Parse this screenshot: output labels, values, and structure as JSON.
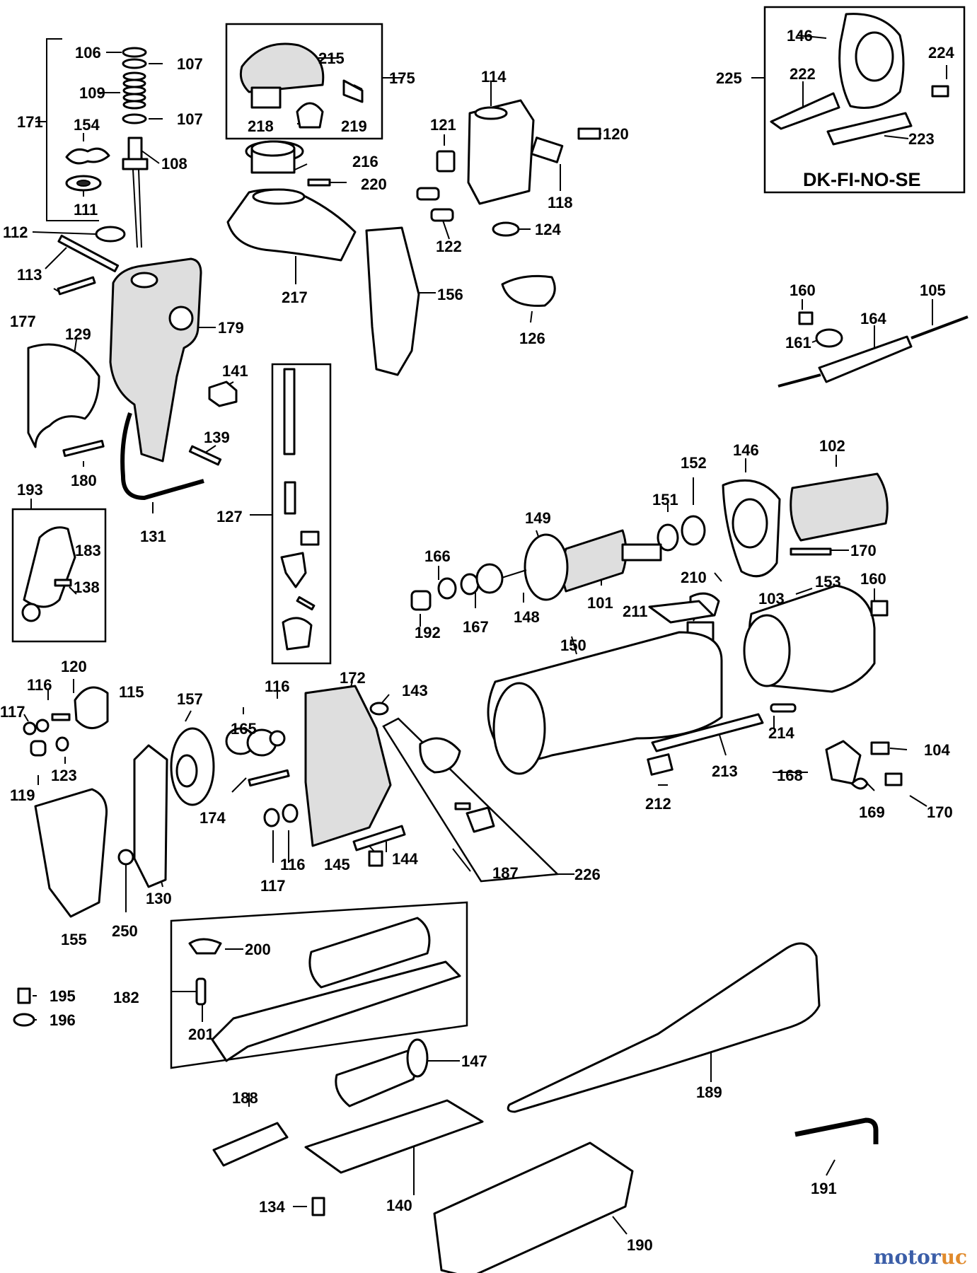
{
  "kit_label": "DK-FI-NO-SE",
  "watermark": {
    "part1": "motor",
    "part2": "uc"
  },
  "labels": [
    {
      "id": "l106",
      "text": "106"
    },
    {
      "id": "l107a",
      "text": "107"
    },
    {
      "id": "l109",
      "text": "109"
    },
    {
      "id": "l107b",
      "text": "107"
    },
    {
      "id": "l171",
      "text": "171"
    },
    {
      "id": "l154",
      "text": "154"
    },
    {
      "id": "l108",
      "text": "108"
    },
    {
      "id": "l111",
      "text": "111"
    },
    {
      "id": "l112",
      "text": "112"
    },
    {
      "id": "l113",
      "text": "113"
    },
    {
      "id": "l177",
      "text": "177"
    },
    {
      "id": "l179",
      "text": "179"
    },
    {
      "id": "l129",
      "text": "129"
    },
    {
      "id": "l141",
      "text": "141"
    },
    {
      "id": "l139",
      "text": "139"
    },
    {
      "id": "l180",
      "text": "180"
    },
    {
      "id": "l131",
      "text": "131"
    },
    {
      "id": "l193",
      "text": "193"
    },
    {
      "id": "l183",
      "text": "183"
    },
    {
      "id": "l138",
      "text": "138"
    },
    {
      "id": "l215",
      "text": "215"
    },
    {
      "id": "l175",
      "text": "175"
    },
    {
      "id": "l218",
      "text": "218"
    },
    {
      "id": "l219",
      "text": "219"
    },
    {
      "id": "l216",
      "text": "216"
    },
    {
      "id": "l220",
      "text": "220"
    },
    {
      "id": "l217",
      "text": "217"
    },
    {
      "id": "l127",
      "text": "127"
    },
    {
      "id": "l114",
      "text": "114"
    },
    {
      "id": "l121",
      "text": "121"
    },
    {
      "id": "l120a",
      "text": "120"
    },
    {
      "id": "l118",
      "text": "118"
    },
    {
      "id": "l122",
      "text": "122"
    },
    {
      "id": "l124",
      "text": "124"
    },
    {
      "id": "l156",
      "text": "156"
    },
    {
      "id": "l126",
      "text": "126"
    },
    {
      "id": "l146a",
      "text": "146"
    },
    {
      "id": "l224",
      "text": "224"
    },
    {
      "id": "l225",
      "text": "225"
    },
    {
      "id": "l222",
      "text": "222"
    },
    {
      "id": "l223",
      "text": "223"
    },
    {
      "id": "l160a",
      "text": "160"
    },
    {
      "id": "l105",
      "text": "105"
    },
    {
      "id": "l164",
      "text": "164"
    },
    {
      "id": "l161",
      "text": "161"
    },
    {
      "id": "l146b",
      "text": "146"
    },
    {
      "id": "l102",
      "text": "102"
    },
    {
      "id": "l152",
      "text": "152"
    },
    {
      "id": "l151",
      "text": "151"
    },
    {
      "id": "l149",
      "text": "149"
    },
    {
      "id": "l170a",
      "text": "170"
    },
    {
      "id": "l166",
      "text": "166"
    },
    {
      "id": "l210",
      "text": "210"
    },
    {
      "id": "l153",
      "text": "153"
    },
    {
      "id": "l160b",
      "text": "160"
    },
    {
      "id": "l101",
      "text": "101"
    },
    {
      "id": "l211",
      "text": "211"
    },
    {
      "id": "l103",
      "text": "103"
    },
    {
      "id": "l192",
      "text": "192"
    },
    {
      "id": "l167",
      "text": "167"
    },
    {
      "id": "l148",
      "text": "148"
    },
    {
      "id": "l150",
      "text": "150"
    },
    {
      "id": "l120b",
      "text": "120"
    },
    {
      "id": "l116a",
      "text": "116"
    },
    {
      "id": "l115",
      "text": "115"
    },
    {
      "id": "l117a",
      "text": "117"
    },
    {
      "id": "l119",
      "text": "119"
    },
    {
      "id": "l123",
      "text": "123"
    },
    {
      "id": "l157",
      "text": "157"
    },
    {
      "id": "l165",
      "text": "165"
    },
    {
      "id": "l116b",
      "text": "116"
    },
    {
      "id": "l172",
      "text": "172"
    },
    {
      "id": "l143",
      "text": "143"
    },
    {
      "id": "l174",
      "text": "174"
    },
    {
      "id": "l214",
      "text": "214"
    },
    {
      "id": "l104",
      "text": "104"
    },
    {
      "id": "l213",
      "text": "213"
    },
    {
      "id": "l168",
      "text": "168"
    },
    {
      "id": "l212",
      "text": "212"
    },
    {
      "id": "l169",
      "text": "169"
    },
    {
      "id": "l170b",
      "text": "170"
    },
    {
      "id": "l155",
      "text": "155"
    },
    {
      "id": "l250",
      "text": "250"
    },
    {
      "id": "l130",
      "text": "130"
    },
    {
      "id": "l117b",
      "text": "117"
    },
    {
      "id": "l116c",
      "text": "116"
    },
    {
      "id": "l145",
      "text": "145"
    },
    {
      "id": "l144",
      "text": "144"
    },
    {
      "id": "l187",
      "text": "187"
    },
    {
      "id": "l226",
      "text": "226"
    },
    {
      "id": "l200",
      "text": "200"
    },
    {
      "id": "l182",
      "text": "182"
    },
    {
      "id": "l201",
      "text": "201"
    },
    {
      "id": "l195",
      "text": "195"
    },
    {
      "id": "l196",
      "text": "196"
    },
    {
      "id": "l147",
      "text": "147"
    },
    {
      "id": "l189",
      "text": "189"
    },
    {
      "id": "l188",
      "text": "188"
    },
    {
      "id": "l140",
      "text": "140"
    },
    {
      "id": "l134",
      "text": "134"
    },
    {
      "id": "l191",
      "text": "191"
    },
    {
      "id": "l190",
      "text": "190"
    }
  ]
}
